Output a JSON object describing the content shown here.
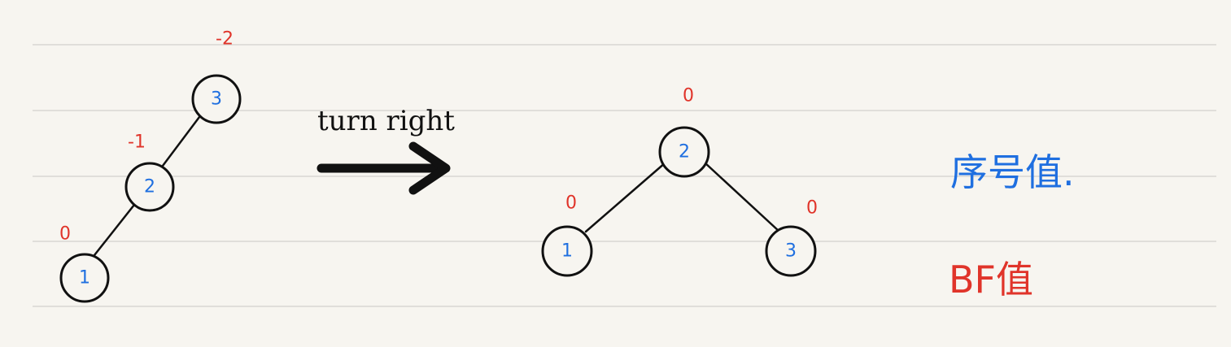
{
  "colors": {
    "id_color": "#1f6fe0",
    "bf_color": "#e0342a",
    "ink": "#111111",
    "paper": "#f7f5f0",
    "rule": "#d8d6d2"
  },
  "before_tree": {
    "nodes": [
      {
        "id": "3",
        "bf": "-2"
      },
      {
        "id": "2",
        "bf": "-1"
      },
      {
        "id": "1",
        "bf": "0"
      }
    ]
  },
  "rotation_label": "turn right",
  "after_tree": {
    "nodes": [
      {
        "id": "2",
        "bf": "0"
      },
      {
        "id": "1",
        "bf": "0"
      },
      {
        "id": "3",
        "bf": "0"
      }
    ]
  },
  "legend": {
    "id_label": "序号值.",
    "bf_label": "BF值"
  }
}
